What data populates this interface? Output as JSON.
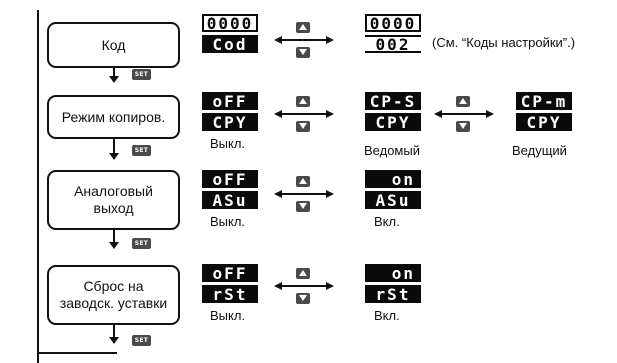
{
  "flow": {
    "steps": [
      {
        "label": "Код"
      },
      {
        "label": "Режим копиров."
      },
      {
        "label": "Аналоговый выход"
      },
      {
        "label": "Сброс на заводск. уставки"
      }
    ],
    "set_label": "SET"
  },
  "displays": {
    "kod_a": {
      "top": "0000",
      "bottom": "Cod"
    },
    "kod_b": {
      "top": "0000",
      "bottom": "002"
    },
    "copy_a": {
      "top": "oFF",
      "bottom": "CPY"
    },
    "copy_b": {
      "top": "CP-S",
      "bottom": "CPY"
    },
    "copy_c": {
      "top": "CP-m",
      "bottom": "CPY"
    },
    "analog_a": {
      "top": "oFF",
      "bottom": "ASu"
    },
    "analog_b": {
      "top": "on",
      "bottom": "ASu"
    },
    "reset_a": {
      "top": "oFF",
      "bottom": "rSt"
    },
    "reset_b": {
      "top": "on",
      "bottom": "rSt"
    }
  },
  "captions": {
    "kod_note": "(См. “Коды настройки”.)",
    "copy_off": "Выкл.",
    "copy_slave": "Ведомый",
    "copy_master": "Ведущий",
    "analog_off": "Выкл.",
    "analog_on": "Вкл.",
    "reset_off": "Выкл.",
    "reset_on": "Вкл."
  },
  "icons": [
    "up-key-icon",
    "down-key-icon",
    "set-key-icon",
    "double-arrow-icon",
    "down-arrow-icon"
  ]
}
